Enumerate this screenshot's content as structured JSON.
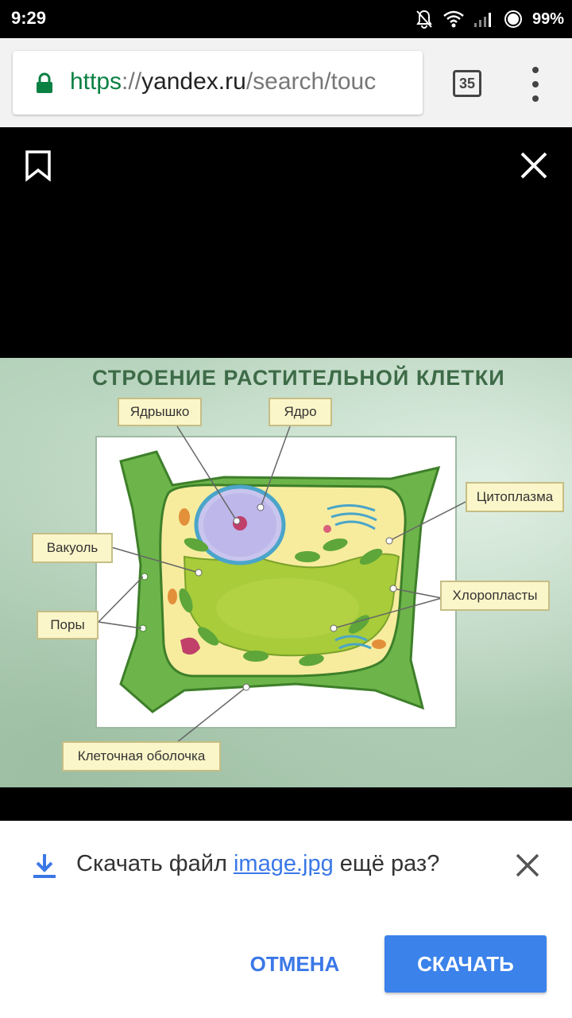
{
  "status_bar": {
    "time": "9:29",
    "battery": "99%"
  },
  "browser": {
    "url_scheme": "https",
    "url_sep": "://",
    "url_host": "yandex.ru",
    "url_path": "/search/touc",
    "tab_count": "35"
  },
  "figure": {
    "title": "СТРОЕНИЕ РАСТИТЕЛЬНОЙ КЛЕТКИ",
    "labels": {
      "nucleolus": "Ядрышко",
      "nucleus": "Ядро",
      "cytoplasm": "Цитоплазма",
      "vacuole": "Вакуоль",
      "chloroplasts": "Хлоропласты",
      "pores": "Поры",
      "cell_wall": "Клеточная оболочка"
    }
  },
  "download": {
    "prefix": "Скачать файл ",
    "filename": "image.jpg",
    "suffix": " ещё раз?",
    "cancel_label": "ОТМЕНА",
    "download_label": "СКАЧАТЬ"
  },
  "colors": {
    "accent": "#3b82ea",
    "secure": "#0b8043"
  }
}
